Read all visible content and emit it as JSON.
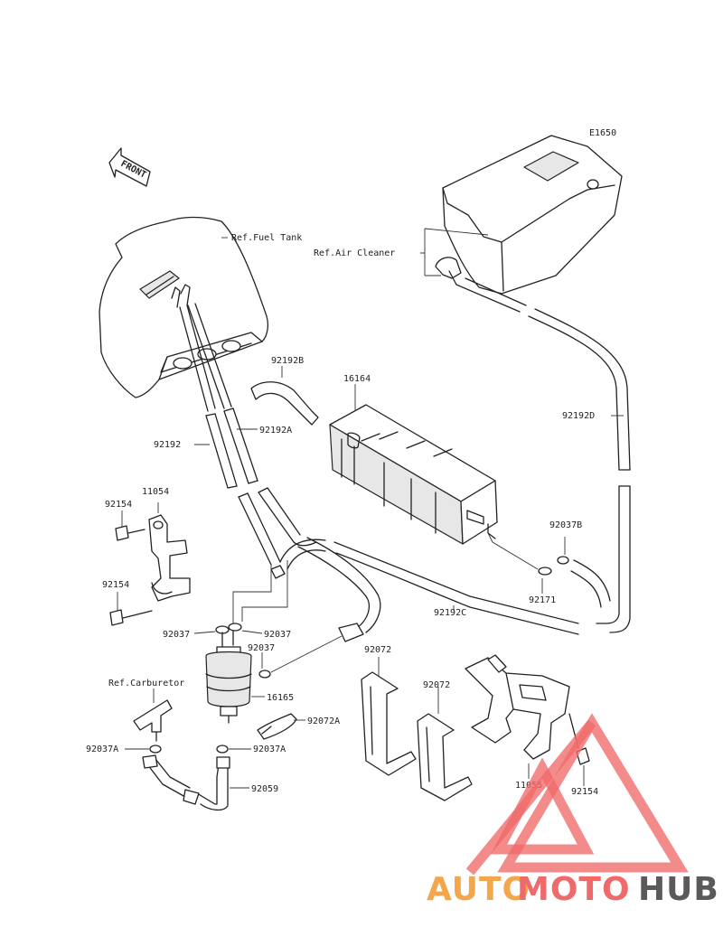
{
  "diagram_code": "E1650",
  "front_label": "FRONT",
  "refs": {
    "fuel_tank": "Ref.Fuel Tank",
    "air_cleaner": "Ref.Air Cleaner",
    "carburetor": "Ref.Carburetor"
  },
  "parts": {
    "p92192B": "92192B",
    "p16164": "16164",
    "p92192D": "92192D",
    "p92192A": "92192A",
    "p92192": "92192",
    "p11054": "11054",
    "p92154_a": "92154",
    "p92154_b": "92154",
    "p92037B": "92037B",
    "p92171": "92171",
    "p92192C": "92192C",
    "p92037_a": "92037",
    "p92037_b": "92037",
    "p92037_c": "92037",
    "p16165": "16165",
    "p92072A": "92072A",
    "p92037A_a": "92037A",
    "p92037A_b": "92037A",
    "p92059": "92059",
    "p92072_a": "92072",
    "p92072_b": "92072",
    "p11055": "11055",
    "p92154_c": "92154"
  },
  "watermark": {
    "part1": "AUTO",
    "part2": "MOTO",
    "part3": "HUB",
    "color1": "#f4a64a",
    "color2": "#ef6a6a",
    "color3": "#5a5a5a"
  }
}
